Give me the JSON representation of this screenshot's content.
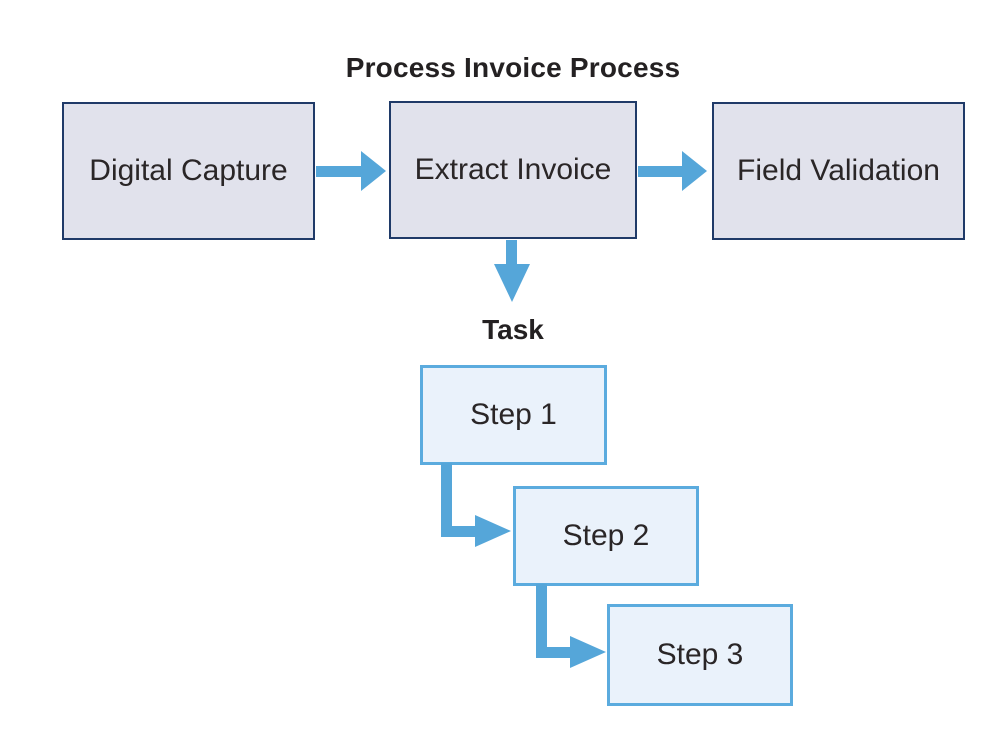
{
  "diagram": {
    "title": "Process Invoice Process",
    "flow": {
      "boxes": [
        {
          "label": "Digital Capture"
        },
        {
          "label": "Extract Invoice"
        },
        {
          "label": "Field Validation"
        }
      ],
      "arrows": [
        {
          "name": "digital-capture-to-extract-invoice",
          "direction": "right"
        },
        {
          "name": "extract-invoice-to-field-validation",
          "direction": "right"
        },
        {
          "name": "extract-invoice-to-task",
          "direction": "down"
        }
      ]
    },
    "task": {
      "label": "Task",
      "steps": [
        {
          "label": "Step 1"
        },
        {
          "label": "Step 2"
        },
        {
          "label": "Step 3"
        }
      ],
      "connectors": [
        {
          "name": "step-1-to-step-2",
          "direction": "elbow-right"
        },
        {
          "name": "step-2-to-step-3",
          "direction": "elbow-right"
        }
      ]
    },
    "colors": {
      "process_box_fill": "#e1e2ec",
      "process_box_border": "#1f3a68",
      "step_box_fill": "#eaf2fb",
      "step_box_border": "#5babde",
      "arrow": "#55a6d9",
      "text": "#242122",
      "background": "#ffffff"
    }
  }
}
